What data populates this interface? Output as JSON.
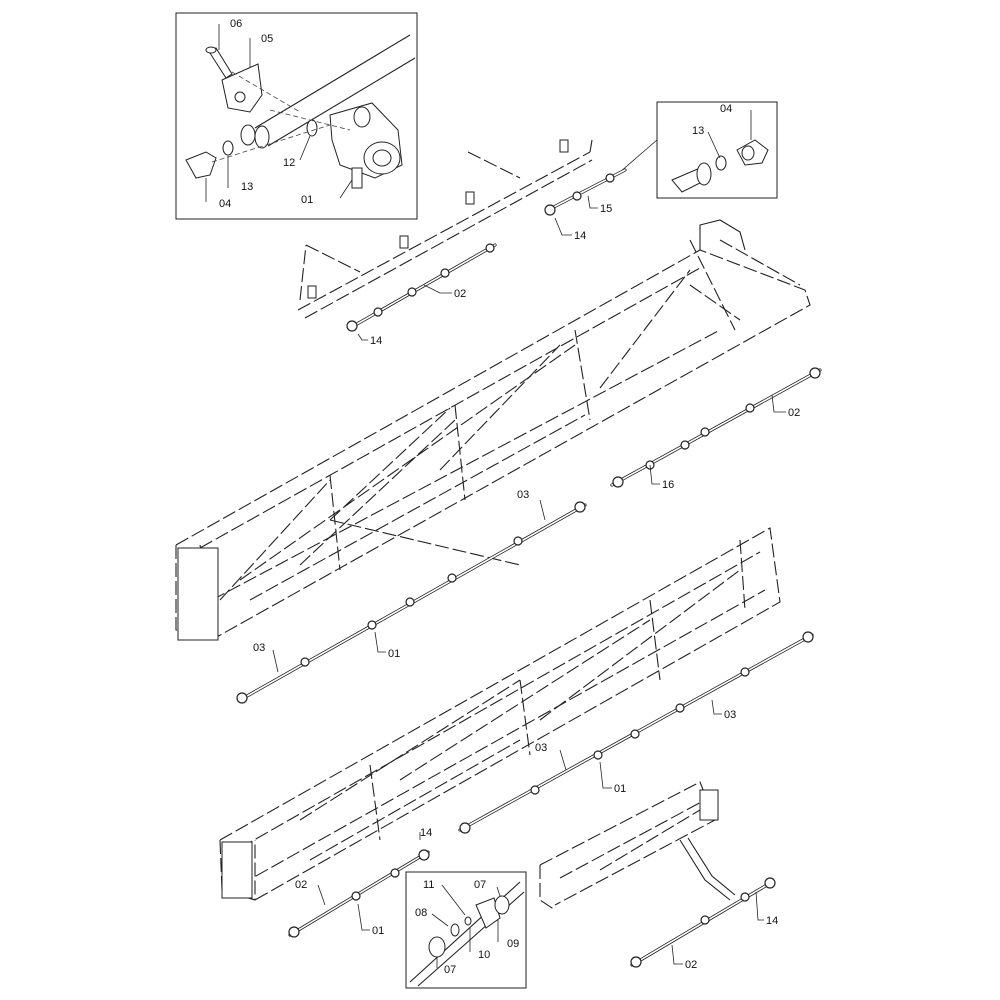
{
  "diagram": {
    "callouts_detail_top_left": [
      "06",
      "05",
      "12",
      "13",
      "04",
      "01"
    ],
    "callouts_detail_top_right": [
      "04",
      "13"
    ],
    "callouts_detail_bottom": [
      "11",
      "07",
      "08",
      "10",
      "09",
      "07"
    ],
    "callouts_main": {
      "c15": "15",
      "c14a": "14",
      "c02a": "02",
      "c14b": "14",
      "c02b": "02",
      "c16": "16",
      "c03a": "03",
      "c03b": "03",
      "c01a": "01",
      "c03c": "03",
      "c03d": "03",
      "c01b": "01",
      "c14c": "14",
      "c02c": "02",
      "c01c": "01",
      "c14d": "14",
      "c02d": "02"
    }
  }
}
